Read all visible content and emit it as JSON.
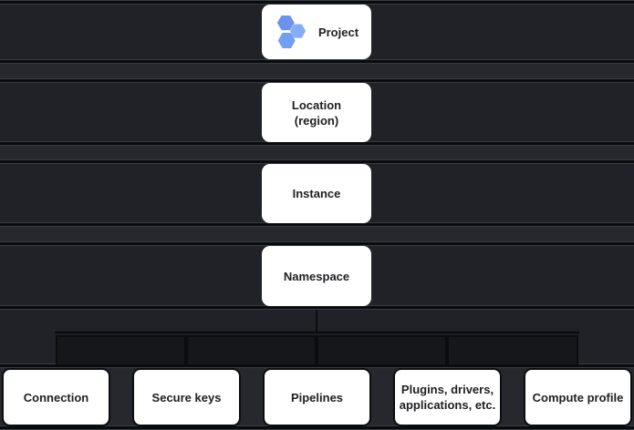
{
  "levels": [
    {
      "label": "Project",
      "lines": [
        "Project"
      ],
      "icon": "project-hexagons-icon"
    },
    {
      "label": "Location (region)",
      "lines": [
        "Location",
        "(region)"
      ]
    },
    {
      "label": "Instance",
      "lines": [
        "Instance"
      ]
    },
    {
      "label": "Namespace",
      "lines": [
        "Namespace"
      ]
    }
  ],
  "namespace_children": [
    {
      "label": "Connection",
      "lines": [
        "Connection"
      ]
    },
    {
      "label": "Secure keys",
      "lines": [
        "Secure keys"
      ]
    },
    {
      "label": "Pipelines",
      "lines": [
        "Pipelines"
      ]
    },
    {
      "label": "Plugins, drivers, applications, etc.",
      "lines": [
        "Plugins, drivers,",
        "applications, etc."
      ]
    },
    {
      "label": "Compute profile",
      "lines": [
        "Compute profile"
      ]
    }
  ],
  "colors": {
    "band_fill": "#202227",
    "band_gap_fill": "#26282d",
    "separator_black": "#0a0b0d",
    "node_fill": "#ffffff",
    "node_text": "#202124",
    "connector_fill": "#16171a",
    "hexagon_blue_top": "#6b93ee",
    "hexagon_blue_right": "#85acf5",
    "hexagon_blue_bottom": "#739ff2"
  }
}
